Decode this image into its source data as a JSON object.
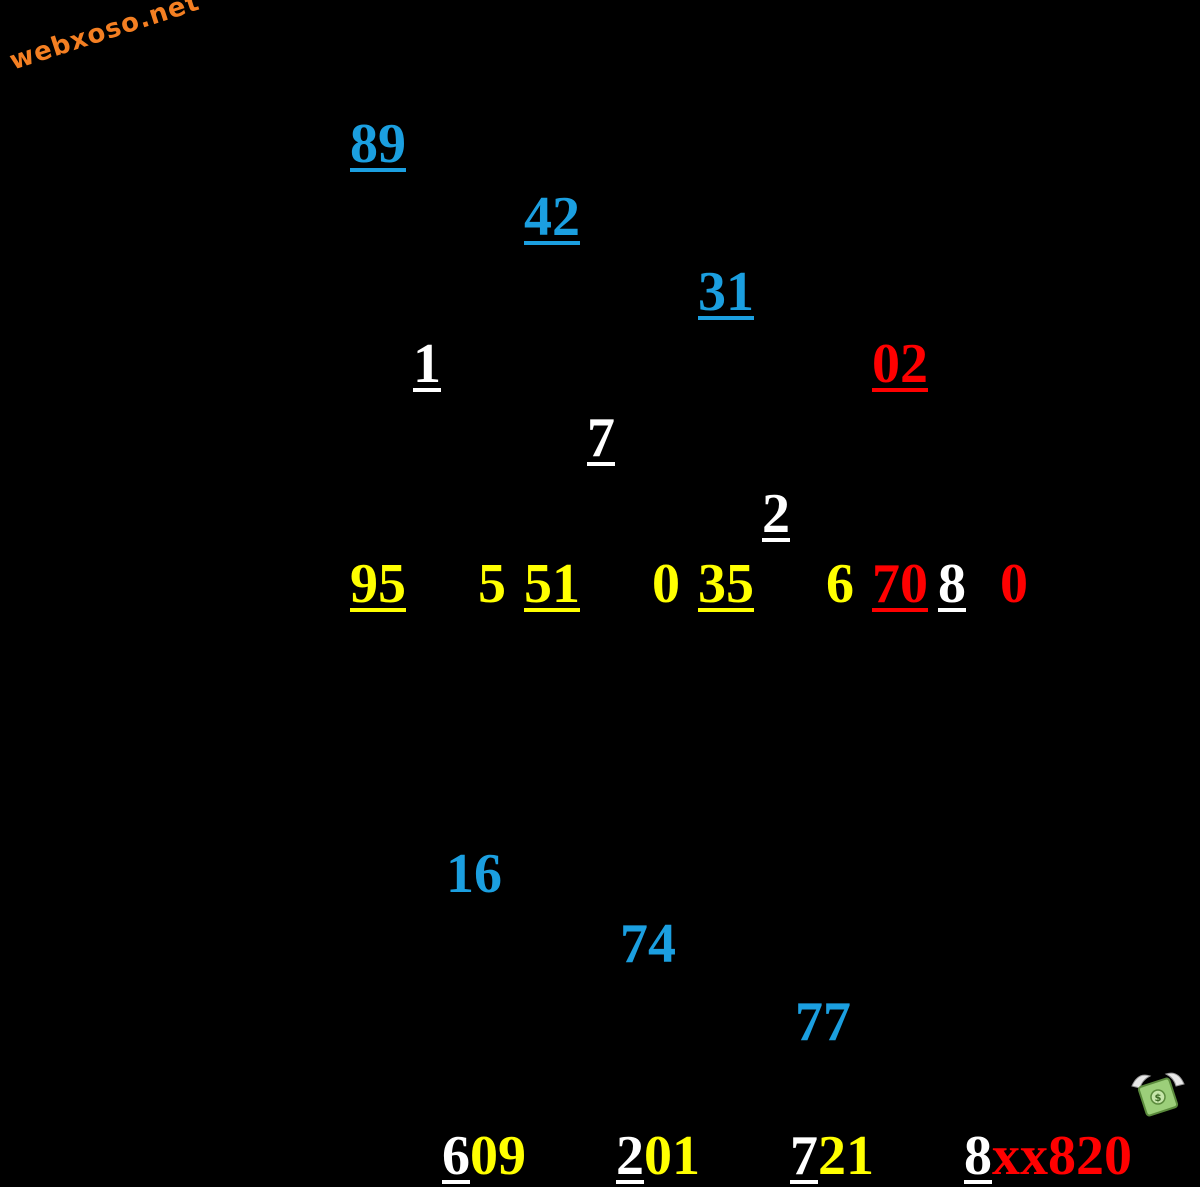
{
  "watermark": "webxoso.net",
  "colors": {
    "background": "#000000",
    "blue": "#1b9fe0",
    "white": "#ffffff",
    "yellow": "#ffff00",
    "red": "#ff0000",
    "watermark": "#f47f22"
  },
  "top": {
    "diag_pairs": [
      "89",
      "42",
      "31"
    ],
    "singles": [
      "1",
      "7",
      "2"
    ],
    "red_pair": "02",
    "row": {
      "g1": "95",
      "g2_lead": "5",
      "g2": "51",
      "g3_lead": "0",
      "g3": "35",
      "g4_lead": "6",
      "g4_red": "70",
      "g4_white": "8",
      "g5": "0"
    }
  },
  "bottom": {
    "diag_pairs": [
      "16",
      "74",
      "77"
    ],
    "row": {
      "a_white": "6",
      "a_yellow": "09",
      "b_white": "2",
      "b_yellow": "01",
      "c_white": "7",
      "c_yellow": "21",
      "d_white": "8",
      "d_red": "xx820"
    },
    "money_icon": "flying-money-icon"
  }
}
